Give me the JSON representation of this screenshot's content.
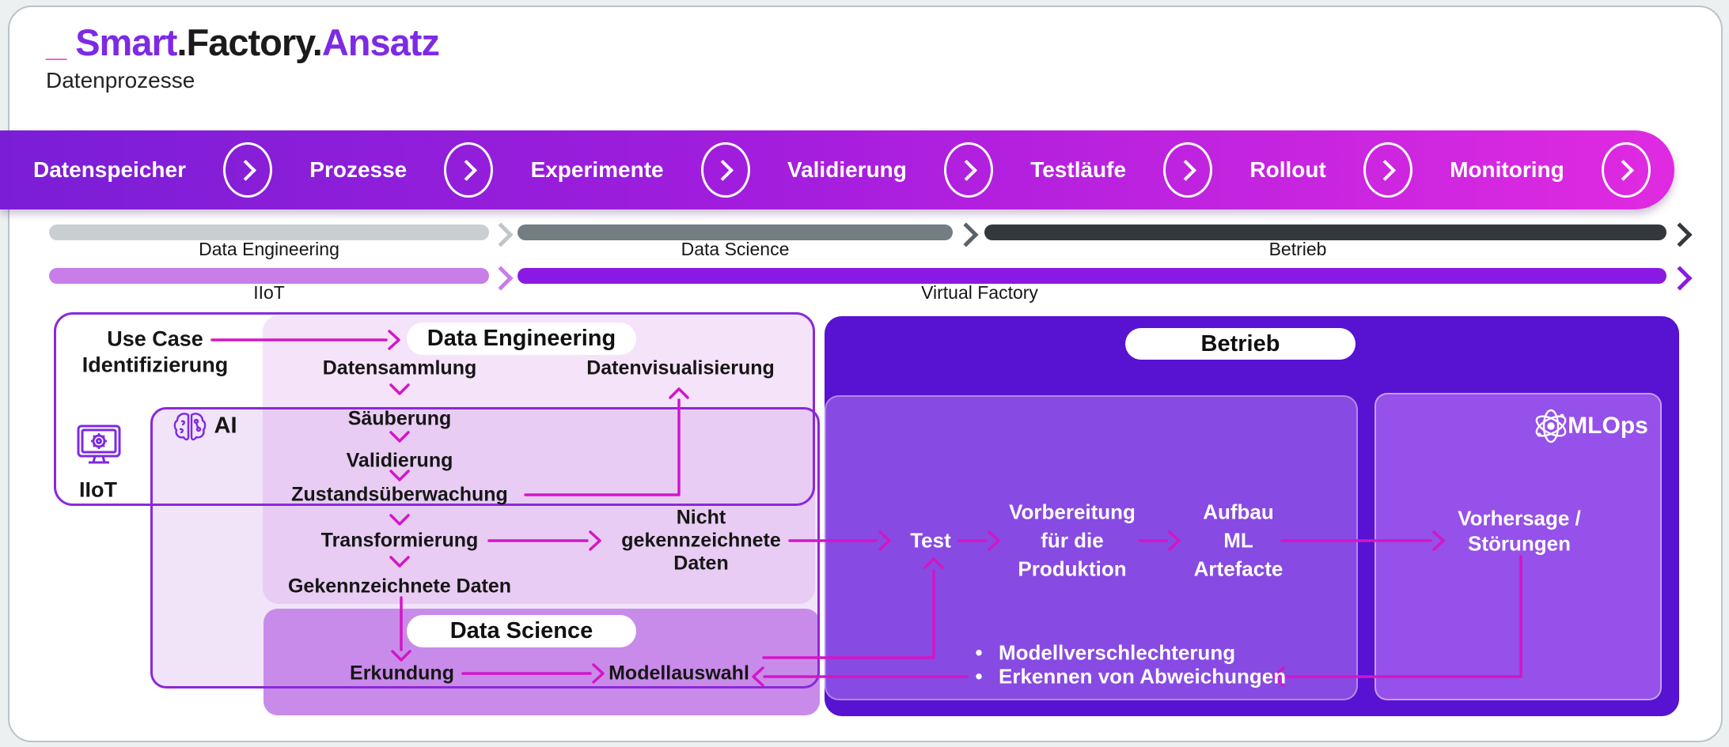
{
  "header": {
    "underscore": "_",
    "smart": "Smart",
    "dot1": ".",
    "factory": "Factory",
    "dot2": ".",
    "ansatz": "Ansatz",
    "subtitle": "Datenprozesse",
    "accent_purple": "#7d2ae4",
    "accent_pink": "#ee4fd1"
  },
  "pipeline": {
    "stages": [
      "Datenspeicher",
      "Prozesse",
      "Experimente",
      "Validierung",
      "Testläufe",
      "Rollout",
      "Monitoring"
    ],
    "gradient_from": "#7a1ed6",
    "gradient_to": "#e02ae1"
  },
  "phase_bars": {
    "row1": {
      "data_engineering": "Data Engineering",
      "data_science": "Data Science",
      "betrieb": "Betrieb",
      "colors": {
        "data_engineering": "#c9cfd1",
        "data_science": "#747d81",
        "betrieb": "#33383c"
      }
    },
    "row2": {
      "iiot": "IIoT",
      "virtual_factory": "Virtual Factory",
      "colors": {
        "iiot": "#c87de9",
        "virtual_factory": "#8a1ae3"
      }
    }
  },
  "diagram": {
    "use_case_line1": "Use Case",
    "use_case_line2": "Identifizierung",
    "iiot_label": "IIoT",
    "ai_label": "AI",
    "mlops_label": "MLOps",
    "de_title": "Data Engineering",
    "ds_title": "Data Science",
    "betrieb_title": "Betrieb",
    "datensammlung": "Datensammlung",
    "saeuberung": "Säuberung",
    "validierung": "Validierung",
    "zustandsueberwachung": "Zustandsüberwachung",
    "transformierung": "Transformierung",
    "gekennzeichnete_daten": "Gekennzeichnete Daten",
    "datenvisualisierung": "Datenvisualisierung",
    "nicht_line1": "Nicht",
    "nicht_line2": "gekennzeichnete",
    "nicht_line3": "Daten",
    "erkundung": "Erkundung",
    "modellauswahl": "Modellauswahl",
    "test": "Test",
    "vorbereitung_line1": "Vorbereitung",
    "vorbereitung_line2": "für die",
    "vorbereitung_line3": "Produktion",
    "aufbau_line1": "Aufbau",
    "aufbau_line2": "ML",
    "aufbau_line3": "Artefacte",
    "vorhersage_line1": "Vorhersage /",
    "vorhersage_line2": "Störungen",
    "bullet_glyph": "•",
    "bullet1": "Modellverschlechterung",
    "bullet2": "Erkennen von Abweichungen",
    "arrow_color": "#d316c6",
    "box_border_color": "#8c28d9",
    "de_fill": "#f5e3f9",
    "ds_fill": "#c98bea",
    "betrieb_fill": "#5712d2",
    "betrieb_inner_fill": "#874ae2",
    "mlops_fill": "#9551e9"
  }
}
